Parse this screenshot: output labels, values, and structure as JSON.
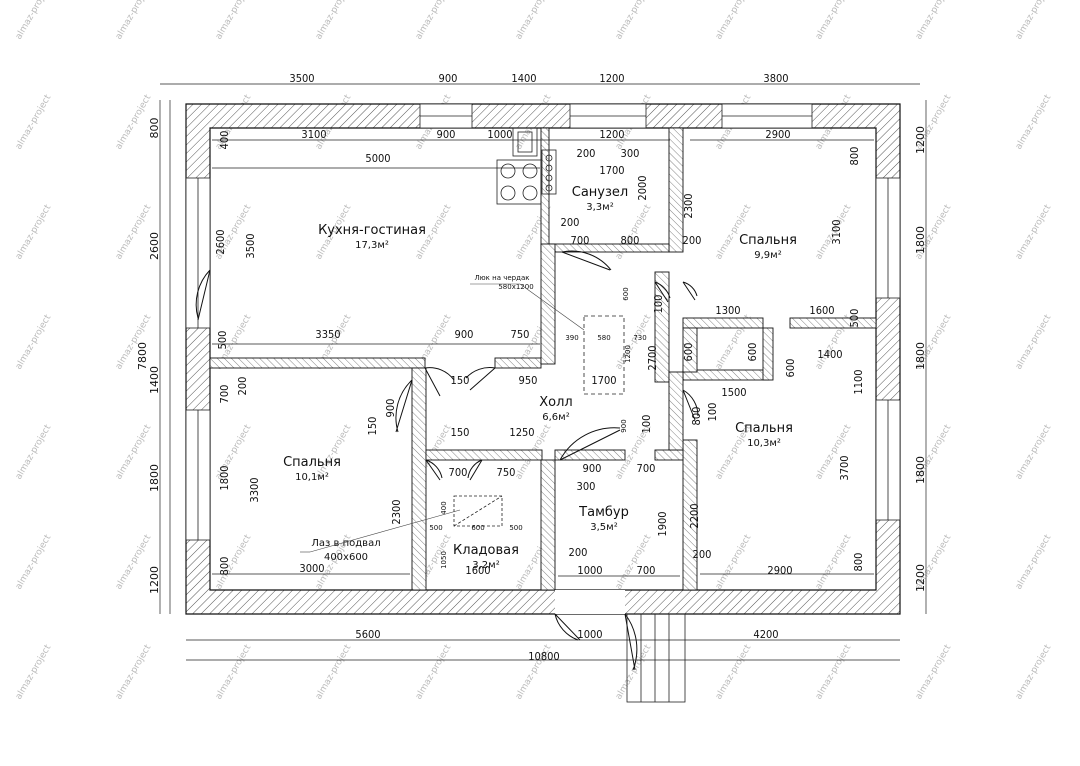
{
  "watermark": "almaz-project",
  "rooms": {
    "kitchen": {
      "name": "Кухня-гостиная",
      "area": "17,3м²"
    },
    "bathroom": {
      "name": "Санузел",
      "area": "3,3м²"
    },
    "bedroom_ne": {
      "name": "Спальня",
      "area": "9,9м²"
    },
    "bedroom_e": {
      "name": "Спальня",
      "area": "10,3м²"
    },
    "hall": {
      "name": "Холл",
      "area": "6,6м²"
    },
    "bedroom_w": {
      "name": "Спальня",
      "area": "10,1м²"
    },
    "tambour": {
      "name": "Тамбур",
      "area": "3,5м²"
    },
    "pantry": {
      "name": "Кладовая",
      "area": "3,2м²"
    }
  },
  "notes": {
    "attic_hatch": "Люк на чердак",
    "attic_size": "580х1200",
    "basement_hatch": "Лаз в подвал",
    "basement_size": "400х600"
  },
  "dims_top_outer": [
    "3500",
    "900",
    "1400",
    "1200",
    "3800"
  ],
  "dims_top_inner": [
    "3100",
    "900",
    "1000",
    "1200",
    "2900"
  ],
  "dims_bottom": [
    "5600",
    "4200"
  ],
  "dim_total": "10800",
  "dims_left": [
    "800",
    "2600",
    "7800",
    "1400",
    "1800",
    "1200"
  ],
  "dims_right": [
    "1200",
    "1800",
    "1800",
    "1800",
    "1200"
  ],
  "interior_dims": {
    "kit_5000": "5000",
    "kit_3500": "3500",
    "kit_2600": "2600",
    "kit_400": "400",
    "kit_3350": "3350",
    "kit_900": "900",
    "kit_750": "750",
    "kit_500": "500",
    "bath_200a": "200",
    "bath_300": "300",
    "bath_1700": "1700",
    "bath_2000": "2000",
    "bath_200b": "200",
    "bath_700": "700",
    "bath_800": "800",
    "ne_2300": "2300",
    "ne_200": "200",
    "ne_3100": "3100",
    "ne_800": "800",
    "ne_1300": "1300",
    "ne_1600": "1600",
    "ne_500": "500",
    "ne_600a": "600",
    "ne_600b": "600",
    "ne_1400": "1400",
    "ne_600c": "600",
    "ne_1500": "1500",
    "hall_100a": "100",
    "hall_600": "600",
    "hall_390": "390",
    "hall_580": "580",
    "hall_730": "730",
    "hall_1200": "1200",
    "hall_2700": "2700",
    "hall_1700": "1700",
    "hall_950": "950",
    "hall_150a": "150",
    "hall_900": "900",
    "hall_100b": "100",
    "hall_1250": "1250",
    "hall_150b": "150",
    "hall_150c": "150",
    "hall_900b": "900",
    "e_800": "800",
    "e_100": "100",
    "e_1100": "1100",
    "e_3700": "3700",
    "e_800b": "800",
    "e_2900": "2900",
    "e_200": "200",
    "e_2200": "2200",
    "w_700": "700",
    "w_200": "200",
    "w_3300": "3300",
    "w_1800": "1800",
    "w_800": "800",
    "w_3000": "3000",
    "w_2300": "2300",
    "t_900": "900",
    "t_700a": "700",
    "t_300": "300",
    "t_1900": "1900",
    "t_200": "200",
    "t_1000": "1000",
    "t_700b": "700",
    "t_1000b": "1000",
    "p_700": "700",
    "p_750": "750",
    "p_400": "400",
    "p_500a": "500",
    "p_600": "600",
    "p_500b": "500",
    "p_1050": "1050",
    "p_1600": "1600"
  }
}
